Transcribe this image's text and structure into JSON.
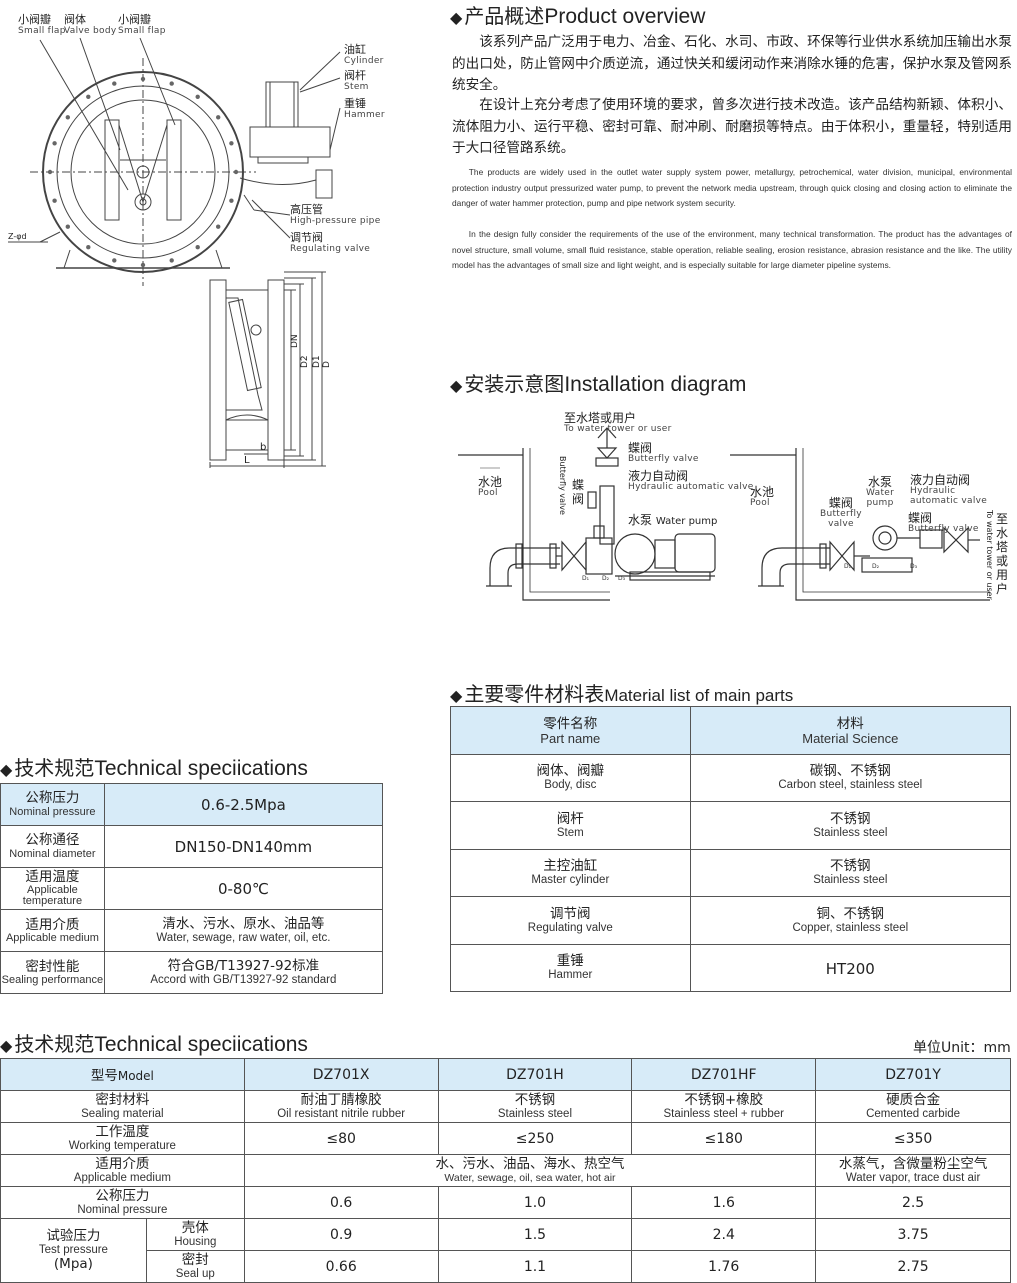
{
  "valve_drawing": {
    "small_flap_left_zh": "小阀瓣",
    "small_flap_left_en": "Small flap",
    "valve_body_zh": "阀体",
    "valve_body_en": "Valve body",
    "small_flap_right_zh": "小阀瓣",
    "small_flap_right_en": "Small flap",
    "cylinder_zh": "油缸",
    "cylinder_en": "Cylinder",
    "stem_zh": "阀杆",
    "stem_en": "Stem",
    "hammer_zh": "重锤",
    "hammer_en": "Hammer",
    "hp_pipe_zh": "高压管",
    "hp_pipe_en": "High-pressure pipe",
    "reg_valve_zh": "调节阀",
    "reg_valve_en": "Regulating valve",
    "bolt_label": "Z-φd",
    "dim_dn": "DN",
    "dim_d2": "D2",
    "dim_d1": "D1",
    "dim_d": "D",
    "dim_b": "b",
    "dim_l": "L"
  },
  "overview": {
    "title_zh": "产品概述",
    "title_en": "Product overview",
    "para1_zh": "该系列产品广泛用于电力、冶金、石化、水司、市政、环保等行业供水系统加压输出水泵的出口处，防止管网中介质逆流，通过快关和缓闭动作来消除水锤的危害，保护水泵及管网系统安全。",
    "para2_zh": "在设计上充分考虑了使用环境的要求，曾多次进行技术改造。该产品结构新颖、体积小、流体阻力小、运行平稳、密封可靠、耐冲刷、耐磨损等特点。由于体积小，重量轻，特别适用于大口径管路系统。",
    "para1_en": "The products are widely used in the outlet water supply system power, metallurgy, petrochemical, water division, municipal, environmental protection industry output pressurized water pump, to prevent the network media upstream, through quick closing and closing action to eliminate the danger of water hammer protection, pump and pipe network system security.",
    "para2_en": "In the design fully consider the requirements of the use of the environment, many technical transformation. The product has the advantages of novel structure, small volume, small fluid resistance, stable operation, reliable sealing, erosion resistance, abrasion resistance and the like. The utility model has the advantages of small size and light weight, and is especially suitable for large diameter pipeline systems."
  },
  "installation": {
    "title_zh": "安装示意图",
    "title_en": "Installation diagram",
    "tower_zh": "至水塔或用户",
    "tower_en": "To water tower or user",
    "bfv_zh": "蝶阀",
    "bfv_en": "Butterfly valve",
    "hav_zh": "液力自动阀",
    "hav_en": "Hydraulic automatic valve",
    "pump_zh": "水泵",
    "pump_en": "Water pump",
    "pool_zh": "水池",
    "pool_en": "Pool",
    "bfv_v_zh": "蝶阀",
    "bfv_v_en": "Butterfly valve",
    "r_pool_zh": "水池",
    "r_pool_en": "Pool",
    "r_bfv_zh": "蝶阀",
    "r_bfv_en1": "Butterfly",
    "r_bfv_en2": "valve",
    "r_pump_zh": "水泵",
    "r_pump_en1": "Water",
    "r_pump_en2": "pump",
    "r_hav_zh": "液力自动阀",
    "r_hav_en1": "Hydraulic",
    "r_hav_en2": "automatic valve",
    "r_bfv2_zh": "蝶阀",
    "r_bfv2_en": "Butterfly valve",
    "r_tower_zh": "至水塔或用户",
    "r_tower_en": "To water tower or user",
    "d1": "D₁",
    "d2": "D₂",
    "d3": "D₃"
  },
  "materials": {
    "title_zh": "主要零件材料表",
    "title_en": "Material list of main parts",
    "header": {
      "part_zh": "零件名称",
      "part_en": "Part name",
      "mat_zh": "材料",
      "mat_en": "Material Science"
    },
    "rows": [
      {
        "part_zh": "阀体、阀瓣",
        "part_en": "Body, disc",
        "mat_zh": "碳钢、不锈钢",
        "mat_en": "Carbon steel, stainless steel"
      },
      {
        "part_zh": "阀杆",
        "part_en": "Stem",
        "mat_zh": "不锈钢",
        "mat_en": "Stainless steel"
      },
      {
        "part_zh": "主控油缸",
        "part_en": "Master cylinder",
        "mat_zh": "不锈钢",
        "mat_en": "Stainless steel"
      },
      {
        "part_zh": "调节阀",
        "part_en": "Regulating valve",
        "mat_zh": "铜、不锈钢",
        "mat_en": "Copper, stainless steel"
      },
      {
        "part_zh": "重锤",
        "part_en": "Hammer",
        "mat_zh": "",
        "mat_en": "HT200"
      }
    ]
  },
  "tech1": {
    "title_zh": "技术规范",
    "title_en": "Technical speciications",
    "rows": [
      {
        "k_zh": "公称压力",
        "k_en": "Nominal pressure",
        "v_zh": "0.6-2.5Mpa",
        "v_en": ""
      },
      {
        "k_zh": "公称通径",
        "k_en": "Nominal diameter",
        "v_zh": "DN150-DN140mm",
        "v_en": ""
      },
      {
        "k_zh": "适用温度",
        "k_en": "Applicable temperature",
        "v_zh": "0-80℃",
        "v_en": ""
      },
      {
        "k_zh": "适用介质",
        "k_en": "Applicable medium",
        "v_zh": "清水、污水、原水、油品等",
        "v_en": "Water, sewage, raw water, oil, etc."
      },
      {
        "k_zh": "密封性能",
        "k_en": "Sealing performance",
        "v_zh": "符合GB/T13927-92标准",
        "v_en": "Accord with GB/T13927-92 standard"
      }
    ]
  },
  "tech2": {
    "title_zh": "技术规范",
    "title_en": "Technical speciications",
    "unit": "单位Unit：mm",
    "model_zh": "型号",
    "model_en": "Model",
    "models": [
      "DZ701X",
      "DZ701H",
      "DZ701HF",
      "DZ701Y"
    ],
    "seal_zh": "密封材料",
    "seal_en": "Sealing material",
    "seal": [
      {
        "zh": "耐油丁腈橡胶",
        "en": "Oil resistant nitrile rubber"
      },
      {
        "zh": "不锈钢",
        "en": "Stainless steel"
      },
      {
        "zh": "不锈钢+橡胶",
        "en": "Stainless steel + rubber"
      },
      {
        "zh": "硬质合金",
        "en": "Cemented carbide"
      }
    ],
    "temp_zh": "工作温度",
    "temp_en": "Working temperature",
    "temp": [
      "≤80",
      "≤250",
      "≤180",
      "≤350"
    ],
    "medium_zh": "适用介质",
    "medium_en": "Applicable medium",
    "medium_a_zh": "水、污水、油品、海水、热空气",
    "medium_a_en": "Water, sewage, oil, sea water, hot air",
    "medium_b_zh": "水蒸气，含微量粉尘空气",
    "medium_b_en": "Water vapor, trace dust air",
    "np_zh": "公称压力",
    "np_en": "Nominal pressure",
    "np": [
      "0.6",
      "1.0",
      "1.6",
      "2.5"
    ],
    "tp_zh": "试验压力",
    "tp_en": "Test pressure",
    "tp_unit": "(Mpa)",
    "housing_zh": "壳体",
    "housing_en": "Housing",
    "housing": [
      "0.9",
      "1.5",
      "2.4",
      "3.75"
    ],
    "sealup_zh": "密封",
    "sealup_en": "Seal up",
    "sealup": [
      "0.66",
      "1.1",
      "1.76",
      "2.75"
    ]
  }
}
